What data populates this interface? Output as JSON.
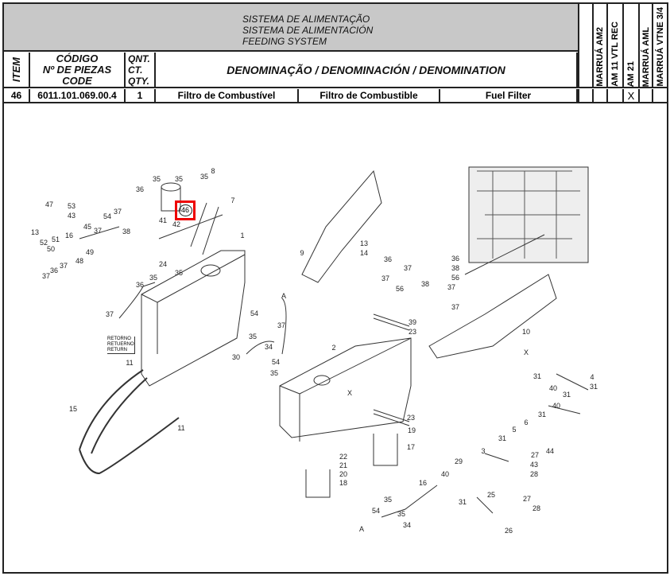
{
  "header": {
    "title_lines": [
      "SISTEMA DE ALIMENTAÇÃO",
      "SISTEMA DE ALIMENTACIÓN",
      "FEEDING SYSTEM"
    ],
    "col_item": "ITEM",
    "col_code": [
      "CÓDIGO",
      "Nº DE PIEZAS",
      "CODE"
    ],
    "col_qty": [
      "QNT.",
      "CT.",
      "QTY."
    ],
    "col_denomination": "DENOMINAÇÃO / DENOMINACIÓN / DENOMINATION",
    "models": [
      "MARRUÁ AM2",
      "AM 11 VTL REC",
      "AM 21",
      "MARRUÁ AML",
      "MARRUÁ VTNE 3/4"
    ]
  },
  "part": {
    "item": "46",
    "code": "6011.101.069.00.4",
    "qty": "1",
    "name_pt": "Filtro de Combustível",
    "name_es": "Filtro de Combustible",
    "name_en": "Fuel Filter",
    "model_marks": [
      "",
      "",
      "",
      "X",
      "",
      ""
    ]
  },
  "diagram": {
    "highlight": "46",
    "return_label": [
      "RETORNO",
      "RETUERNO",
      "RETURN"
    ],
    "callouts": [
      "35",
      "35",
      "36",
      "35",
      "8",
      "7",
      "41",
      "42",
      "47",
      "53",
      "43",
      "45",
      "54",
      "37",
      "37",
      "38",
      "16",
      "13",
      "52",
      "51",
      "50",
      "49",
      "48",
      "37",
      "36",
      "37",
      "1",
      "24",
      "35",
      "35",
      "36",
      "37",
      "54",
      "35",
      "37",
      "A",
      "34",
      "35",
      "54",
      "30",
      "11",
      "15",
      "11",
      "2",
      "X",
      "9",
      "13",
      "14",
      "36",
      "37",
      "37",
      "56",
      "38",
      "36",
      "38",
      "56",
      "37",
      "37",
      "39",
      "23",
      "10",
      "X",
      "31",
      "40",
      "31",
      "4",
      "31",
      "40",
      "31",
      "6",
      "5",
      "31",
      "44",
      "3",
      "27",
      "43",
      "28",
      "29",
      "40",
      "16",
      "31",
      "25",
      "27",
      "28",
      "26",
      "54",
      "35",
      "35",
      "34",
      "A",
      "23",
      "19",
      "17",
      "22",
      "21",
      "20",
      "18"
    ]
  }
}
